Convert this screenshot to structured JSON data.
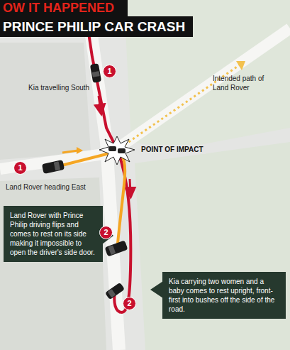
{
  "diagram": {
    "title": "OW IT HAPPENED",
    "nodes": [
      {
        "text": [
          "Land Rover with Prince Philip driving flips and comes to rest on its side making it impossible to open the driver's side door."
        ]
      },
      {
        "text": [
          "Kia carrying two women and a baby comes to rest upright, front-first into bushes off the side of the road."
        ]
      }
    ],
    "labels": [
      "PRINCE PHILIP CAR CRASH",
      "1",
      "Kia travelling South",
      "Intended path of Land Rover",
      "POINT OF IMPACT",
      "1",
      "Land Rover heading East",
      "2",
      "2"
    ]
  }
}
